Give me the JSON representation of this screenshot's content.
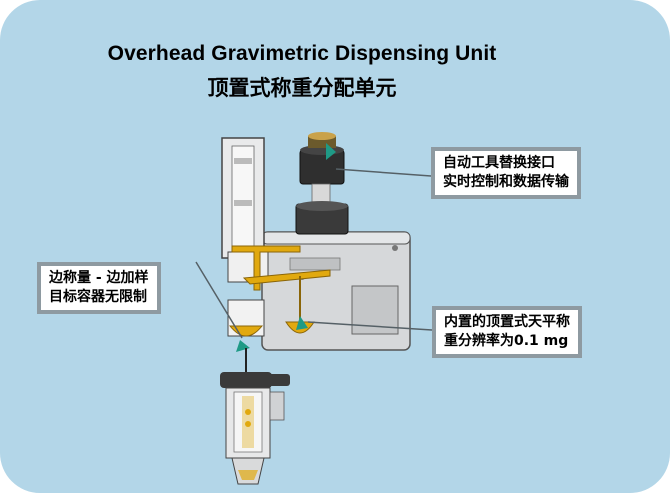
{
  "title": {
    "english": "Overhead Gravimetric Dispensing Unit",
    "chinese": "顶置式称重分配单元"
  },
  "callouts": {
    "tool_changer": {
      "line1": "自动工具替换接口",
      "line2": "实时控制和数据传输"
    },
    "side_weighing": {
      "line1": "边称量 - 边加样",
      "line2": "目标容器无限制"
    },
    "balance": {
      "line1": "内置的顶置式天平称",
      "line2": "重分辨率为0.1 mg"
    }
  },
  "colors": {
    "panel_background": "#b3d6e8",
    "callout_border": "#8e9aa1",
    "leader_line": "#556066",
    "accent_gold": "#e1a90f",
    "accent_teal": "#1f9a86",
    "housing_gray": "#d6d8da",
    "dark_gray": "#3a3a3a"
  }
}
